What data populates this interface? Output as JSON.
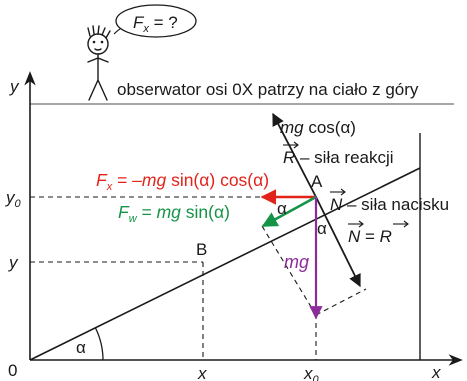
{
  "speech_bubble": {
    "text": "F",
    "sub": "x",
    "rest": " = ?"
  },
  "observer_caption": "obserwator osi 0X patrzy na ciało z góry",
  "axes": {
    "y": "y",
    "x": "x",
    "origin": "0"
  },
  "ticks": {
    "y0": "y",
    "y0_sub": "0",
    "y": "y",
    "x": "x",
    "x0": "x",
    "x0_sub": "0"
  },
  "angle_symbol": "α",
  "points": {
    "A": "A",
    "B": "B"
  },
  "labels": {
    "mg_cos_italic": "mg",
    "mg_cos_rest": " cos(α)",
    "R_symbol": "R",
    "R_desc": " – siła reakcji",
    "N_symbol": "N",
    "N_desc": " – siła nacisku",
    "N_eq_left": "N",
    "N_eq_sign": " = ",
    "N_eq_right": "R",
    "Fx_F": "F",
    "Fx_sub": "x",
    "Fx_eq": " = –",
    "Fx_mg": "mg",
    "Fx_rest": " sin(α) cos(α)",
    "Fw_F": "F",
    "Fw_sub": "w",
    "Fw_eq": " = ",
    "Fw_mg": "mg",
    "Fw_rest": " sin(α)",
    "mg": "mg"
  },
  "colors": {
    "red": "#e2231a",
    "green": "#159447",
    "purple": "#8b2c9a",
    "black": "#1a1a1a",
    "floor_line": "#888888"
  }
}
